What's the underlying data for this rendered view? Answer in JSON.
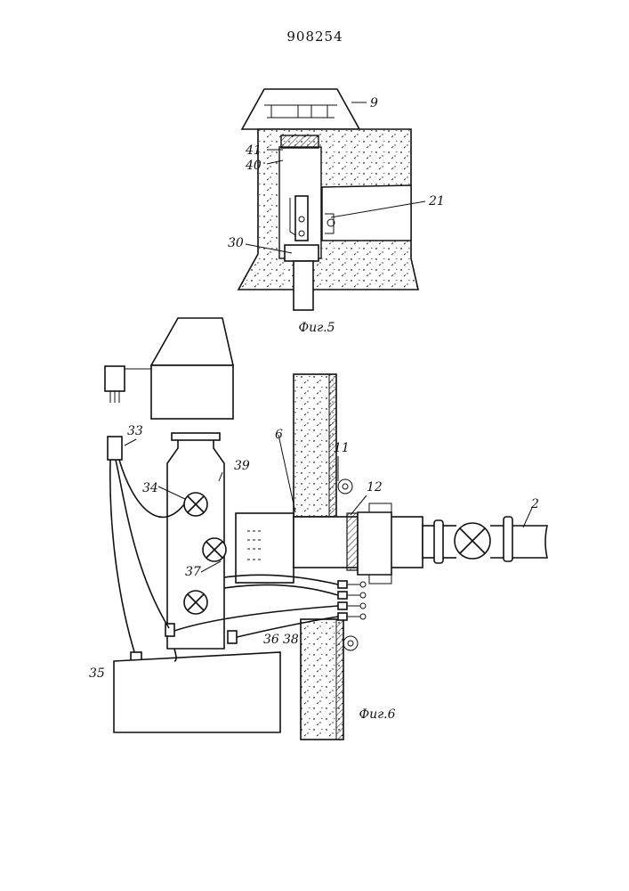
{
  "patent_number": "908254",
  "fig5": {
    "caption": "Фиг.5",
    "labels": {
      "l9": "9",
      "l41": "41",
      "l40": "40",
      "l21": "21",
      "l30": "30"
    }
  },
  "fig6": {
    "caption": "Фиг.6",
    "labels": {
      "l33": "33",
      "l39": "39",
      "l34": "34",
      "l37": "37",
      "l36": "36",
      "l38": "38",
      "l35": "35",
      "l6": "6",
      "l11": "11",
      "l12": "12",
      "l2": "2"
    }
  }
}
